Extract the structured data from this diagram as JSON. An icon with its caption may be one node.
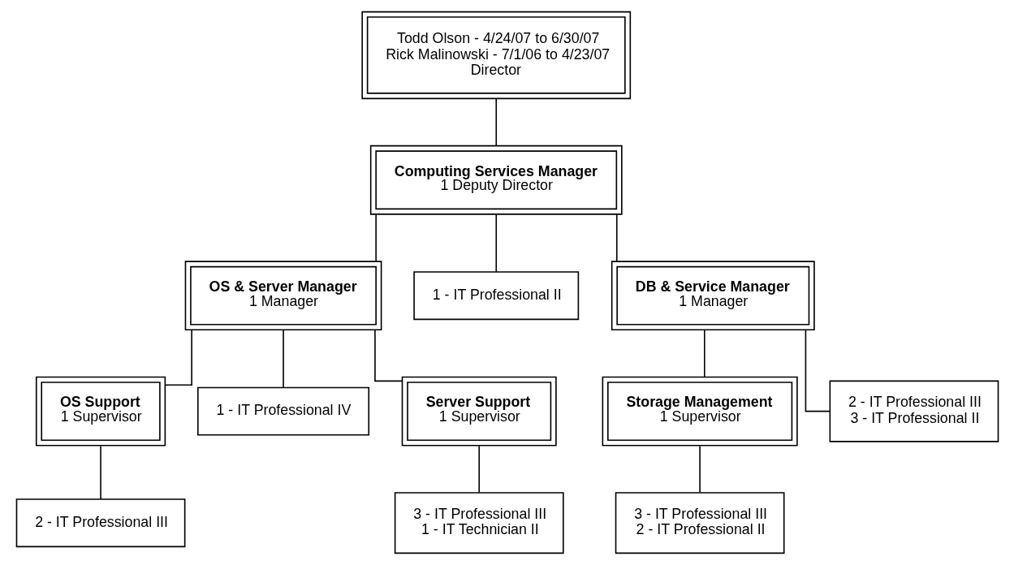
{
  "diagram": {
    "nodes": [
      {
        "text": [
          "Todd Olson - 4/24/07 to 6/30/07",
          "Rick Malinowski - 7/1/06 to 4/23/07",
          "Director"
        ]
      },
      {
        "text": [
          "Computing Services Manager",
          "1 Deputy Director"
        ]
      },
      {
        "text": [
          "OS & Server Manager",
          "1 Manager"
        ]
      },
      {
        "text": [
          "1 - IT Professional II"
        ]
      },
      {
        "text": [
          "DB & Service Manager",
          "1 Manager"
        ]
      },
      {
        "text": [
          "OS Support",
          "1 Supervisor"
        ]
      },
      {
        "text": [
          "1 - IT Professional IV"
        ]
      },
      {
        "text": [
          "Server Support",
          "1 Supervisor"
        ]
      },
      {
        "text": [
          "Storage Management",
          "1 Supervisor"
        ]
      },
      {
        "text": [
          "2 - IT Professional III",
          "3 - IT Professional II"
        ]
      },
      {
        "text": [
          "2 - IT Professional III"
        ]
      },
      {
        "text": [
          "3 - IT Professional III",
          "1 - IT Technician II"
        ]
      },
      {
        "text": [
          "3 - IT Professional III",
          "2 - IT Professional II"
        ]
      }
    ],
    "edges": [
      {
        "from": 0,
        "to": 1,
        "arrow": "none"
      },
      {
        "from": 1,
        "to": 2,
        "arrow": "none"
      },
      {
        "from": 1,
        "to": 3,
        "arrow": "none"
      },
      {
        "from": 1,
        "to": 4,
        "arrow": "none"
      },
      {
        "from": 2,
        "to": 5,
        "arrow": "none"
      },
      {
        "from": 2,
        "to": 6,
        "arrow": "none"
      },
      {
        "from": 2,
        "to": 7,
        "arrow": "none"
      },
      {
        "from": 4,
        "to": 8,
        "arrow": "none"
      },
      {
        "from": 4,
        "to": 9,
        "arrow": "none"
      },
      {
        "from": 5,
        "to": 10,
        "arrow": "none"
      },
      {
        "from": 7,
        "to": 11,
        "arrow": "none"
      },
      {
        "from": 8,
        "to": 12,
        "arrow": "none"
      }
    ]
  }
}
